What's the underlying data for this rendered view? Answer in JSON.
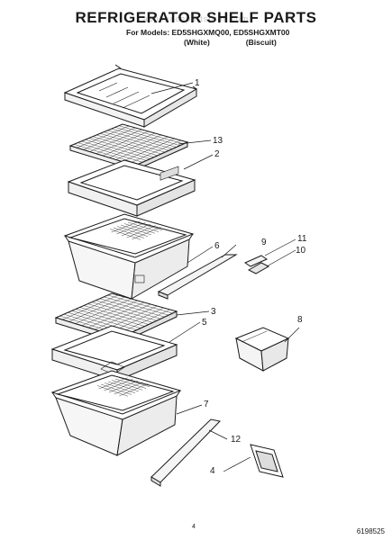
{
  "header": {
    "title": "REFRIGERATOR SHELF PARTS",
    "models_line": "For Models: ED5SHGXMQ00, ED5SHGXMT00",
    "variant_white": "(White)",
    "variant_biscuit": "(Biscuit)",
    "watermark": "appliancepartspros.com"
  },
  "callouts": [
    {
      "id": "1",
      "label": "1"
    },
    {
      "id": "13",
      "label": "13"
    },
    {
      "id": "2",
      "label": "2"
    },
    {
      "id": "6",
      "label": "6"
    },
    {
      "id": "9",
      "label": "9"
    },
    {
      "id": "11",
      "label": "11"
    },
    {
      "id": "10",
      "label": "10"
    },
    {
      "id": "3",
      "label": "3"
    },
    {
      "id": "5",
      "label": "5"
    },
    {
      "id": "8",
      "label": "8"
    },
    {
      "id": "7",
      "label": "7"
    },
    {
      "id": "12",
      "label": "12"
    },
    {
      "id": "4",
      "label": "4"
    }
  ],
  "footer": {
    "page_number": "4",
    "document_number": "6198525"
  }
}
